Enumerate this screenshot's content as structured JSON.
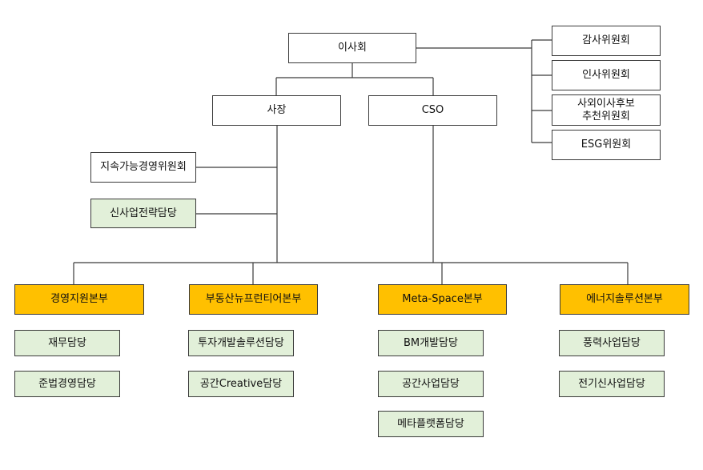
{
  "org": {
    "board": "이사회",
    "president": "사장",
    "cso": "CSO",
    "committees": {
      "audit": "감사위원회",
      "hr": "인사위원회",
      "outside_director": "사외이사후보\n추천위원회",
      "esg": "ESG위원회"
    },
    "sustainability": "지속가능경영위원회",
    "new_business": "신사업전략담당",
    "divisions": {
      "management": {
        "name": "경영지원본부",
        "teams": [
          "재무담당",
          "준법경영담당"
        ]
      },
      "real_estate": {
        "name": "부동산뉴프런티어본부",
        "teams": [
          "투자개발솔루션담당",
          "공간Creative담당"
        ]
      },
      "meta_space": {
        "name": "Meta-Space본부",
        "teams": [
          "BM개발담당",
          "공간사업담당",
          "메타플랫폼담당"
        ]
      },
      "energy": {
        "name": "에너지솔루션본부",
        "teams": [
          "풍력사업담당",
          "전기신사업담당"
        ]
      }
    }
  },
  "colors": {
    "division_fill": "#ffc000",
    "team_fill": "#e2f0d9",
    "line": "#3a3a3a"
  }
}
